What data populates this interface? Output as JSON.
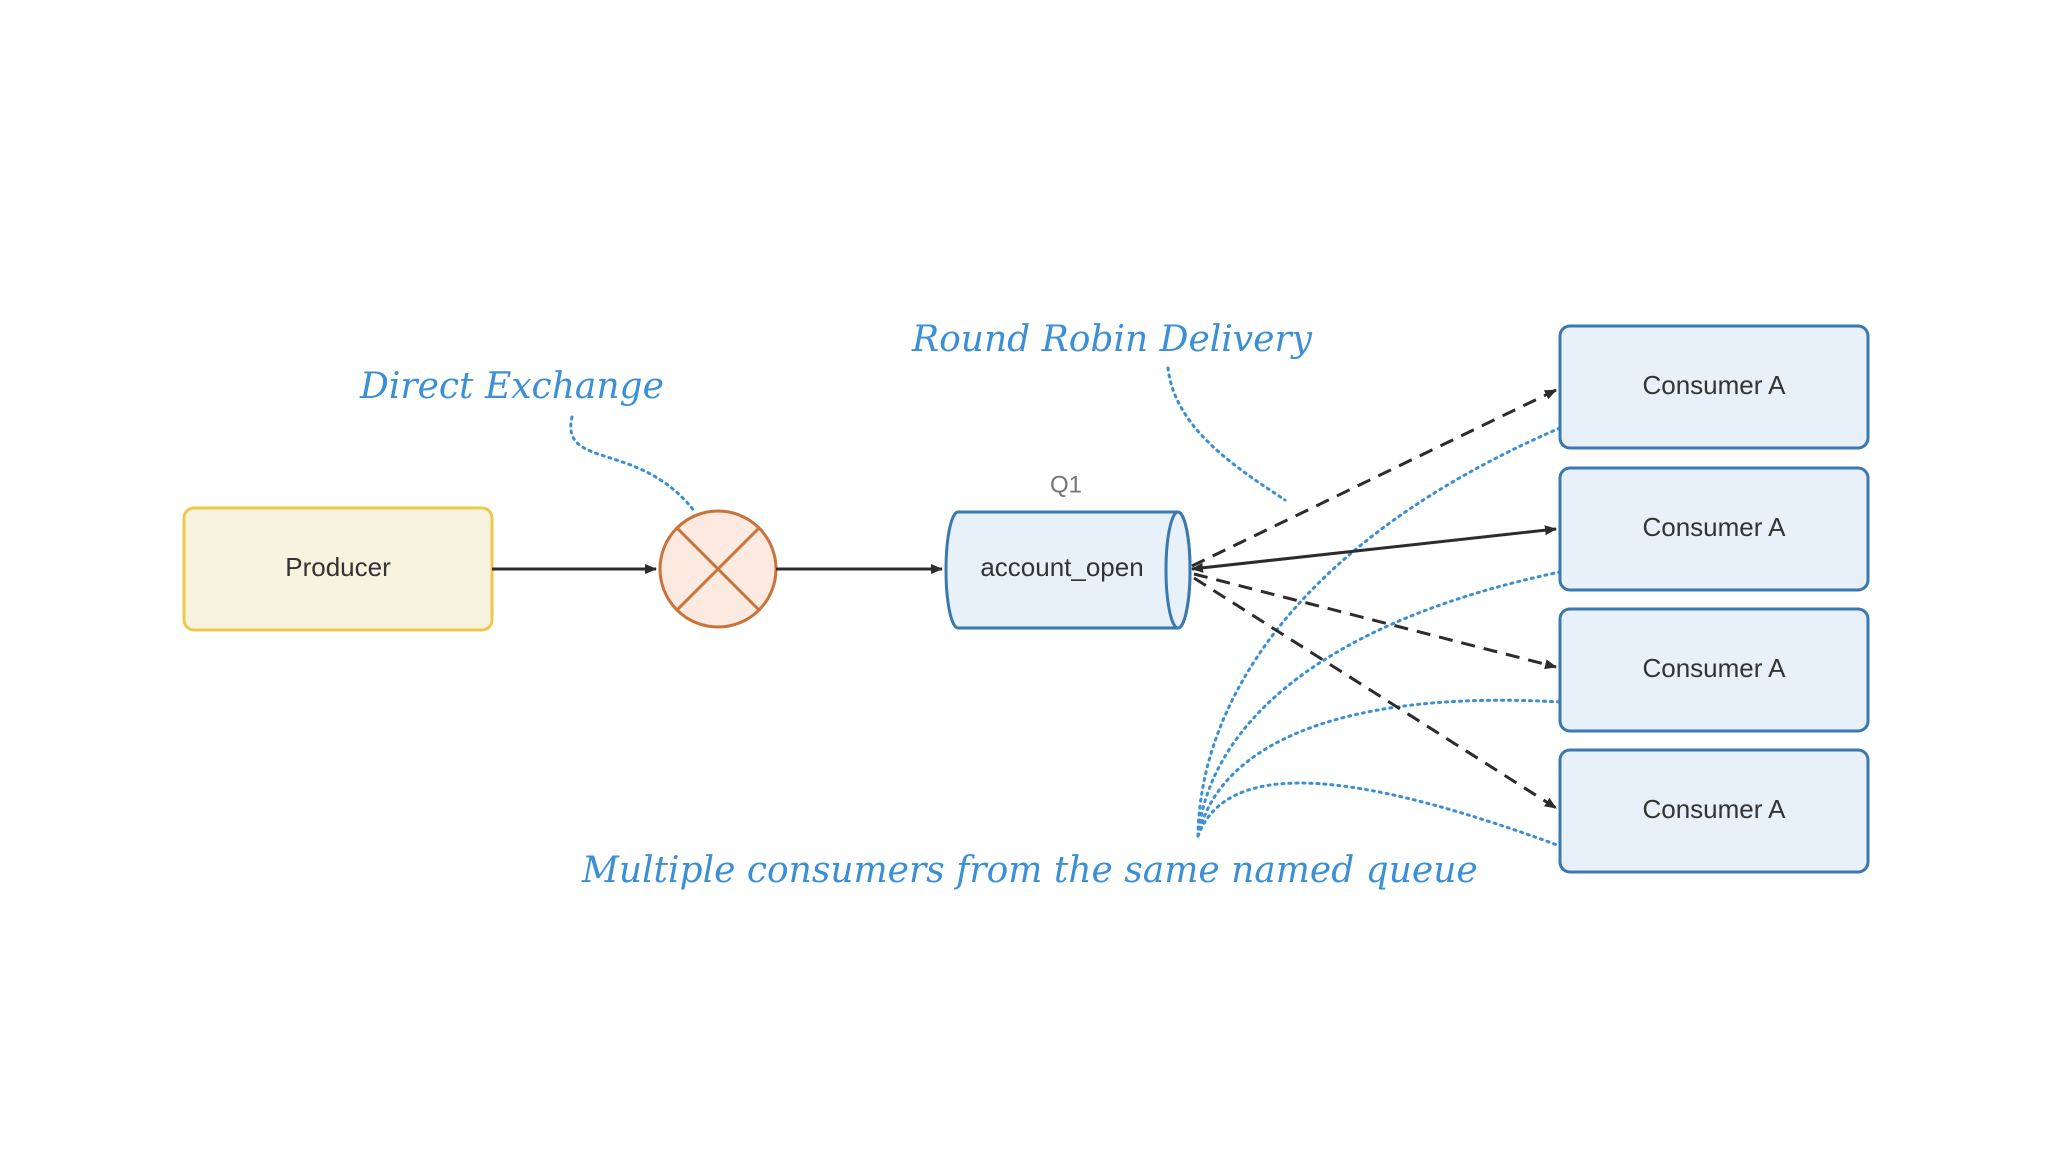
{
  "colors": {
    "producer_fill": "#f8f3df",
    "producer_stroke": "#ecc94b",
    "exchange_fill": "#fce9df",
    "exchange_stroke": "#c9733a",
    "blue_fill": "#e8f0f9",
    "blue_stroke": "#3a78b0",
    "annotation": "#3b8fd6",
    "arrow": "#2c2c2c"
  },
  "nodes": {
    "producer": {
      "label": "Producer"
    },
    "exchange": {
      "icon": "exchange-x-icon"
    },
    "queue": {
      "name": "Q1",
      "label": "account_open",
      "icon": "queue-cylinder-icon"
    },
    "consumers": [
      {
        "label": "Consumer A"
      },
      {
        "label": "Consumer A"
      },
      {
        "label": "Consumer A"
      },
      {
        "label": "Consumer A"
      }
    ]
  },
  "annotations": {
    "direct_exchange": "Direct Exchange",
    "round_robin": "Round Robin Delivery",
    "multiple_consumers": "Multiple consumers from the same named queue"
  },
  "edges": {
    "active_consumer_index": 1
  }
}
